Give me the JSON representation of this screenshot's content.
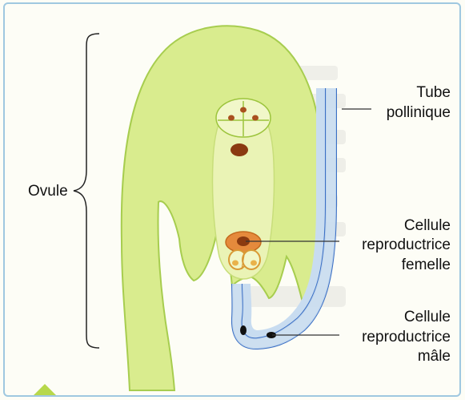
{
  "labels": {
    "ovule": "Ovule",
    "tube_line1": "Tube",
    "tube_line2": "pollinique",
    "female_line1": "Cellule",
    "female_line2": "reproductrice",
    "female_line3": "femelle",
    "male_line1": "Cellule",
    "male_line2": "reproductrice",
    "male_line3": "mâle"
  },
  "colors": {
    "ovule_fill": "#d9ec8e",
    "ovule_stroke": "#9cc43c",
    "sac_fill": "#eaf3b5",
    "tube_fill": "#c8dcf0",
    "tube_stroke": "#3b6fc4",
    "nucleus": "#8a3a10",
    "female_cell": "#e58a3c",
    "frame": "#9fc8e0"
  }
}
